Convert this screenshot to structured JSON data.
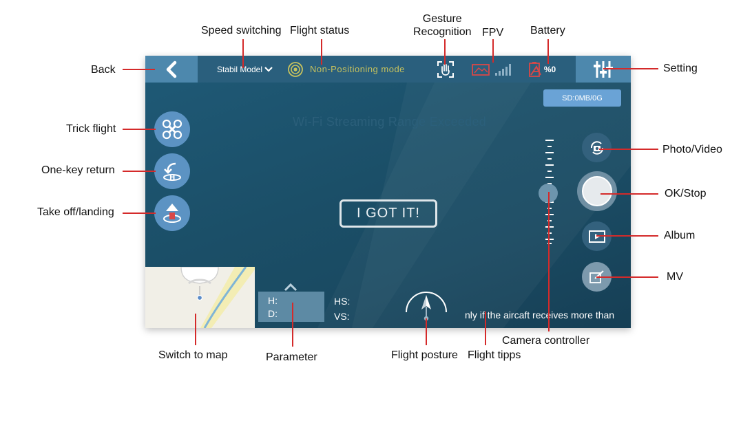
{
  "callouts": {
    "back": "Back",
    "speed_switching": "Speed switching",
    "flight_status": "Flight status",
    "gesture_recognition": "Gesture\nRecognition",
    "fpv": "FPV",
    "battery": "Battery",
    "setting": "Setting",
    "trick_flight": "Trick flight",
    "one_key_return": "One-key return",
    "take_off_landing": "Take off/landing",
    "photo_video": "Photo/Video",
    "ok_stop": "OK/Stop",
    "album": "Album",
    "mv": "MV",
    "camera_controller": "Camera controller",
    "switch_to_map": "Switch to map",
    "parameter": "Parameter",
    "flight_posture": "Flight posture",
    "flight_tipps": "Flight tipps"
  },
  "topbar": {
    "speed_mode": "Stabil Model",
    "flight_status": "Non-Positioning mode",
    "battery_value": "%0"
  },
  "screen": {
    "sd_status": "SD:0MB/0G",
    "wifi_warning": "Wi-Fi Streaming Range Exceeded",
    "got_it": "I GOT IT!",
    "tips_text": "nly if the aircaft receives more than"
  },
  "params": {
    "h_label": "H:",
    "d_label": "D:",
    "hs_label": "HS:",
    "vs_label": "VS:"
  },
  "icons": {
    "back": "chevron-left-icon",
    "speed_dropdown": "chevron-down-icon",
    "status": "target-icon",
    "gesture": "hand-gesture-icon",
    "fpv": "fpv-signal-icon",
    "battery": "battery-icon",
    "setting": "sliders-icon"
  },
  "colors": {
    "screen_bg": "#1b4f68",
    "topbar_bg": "#2a5f7d",
    "accent_blue": "#4d88ad",
    "status_yellow": "#c6c25e",
    "warning_red": "#d94848",
    "callout_red": "#d42a2a"
  }
}
